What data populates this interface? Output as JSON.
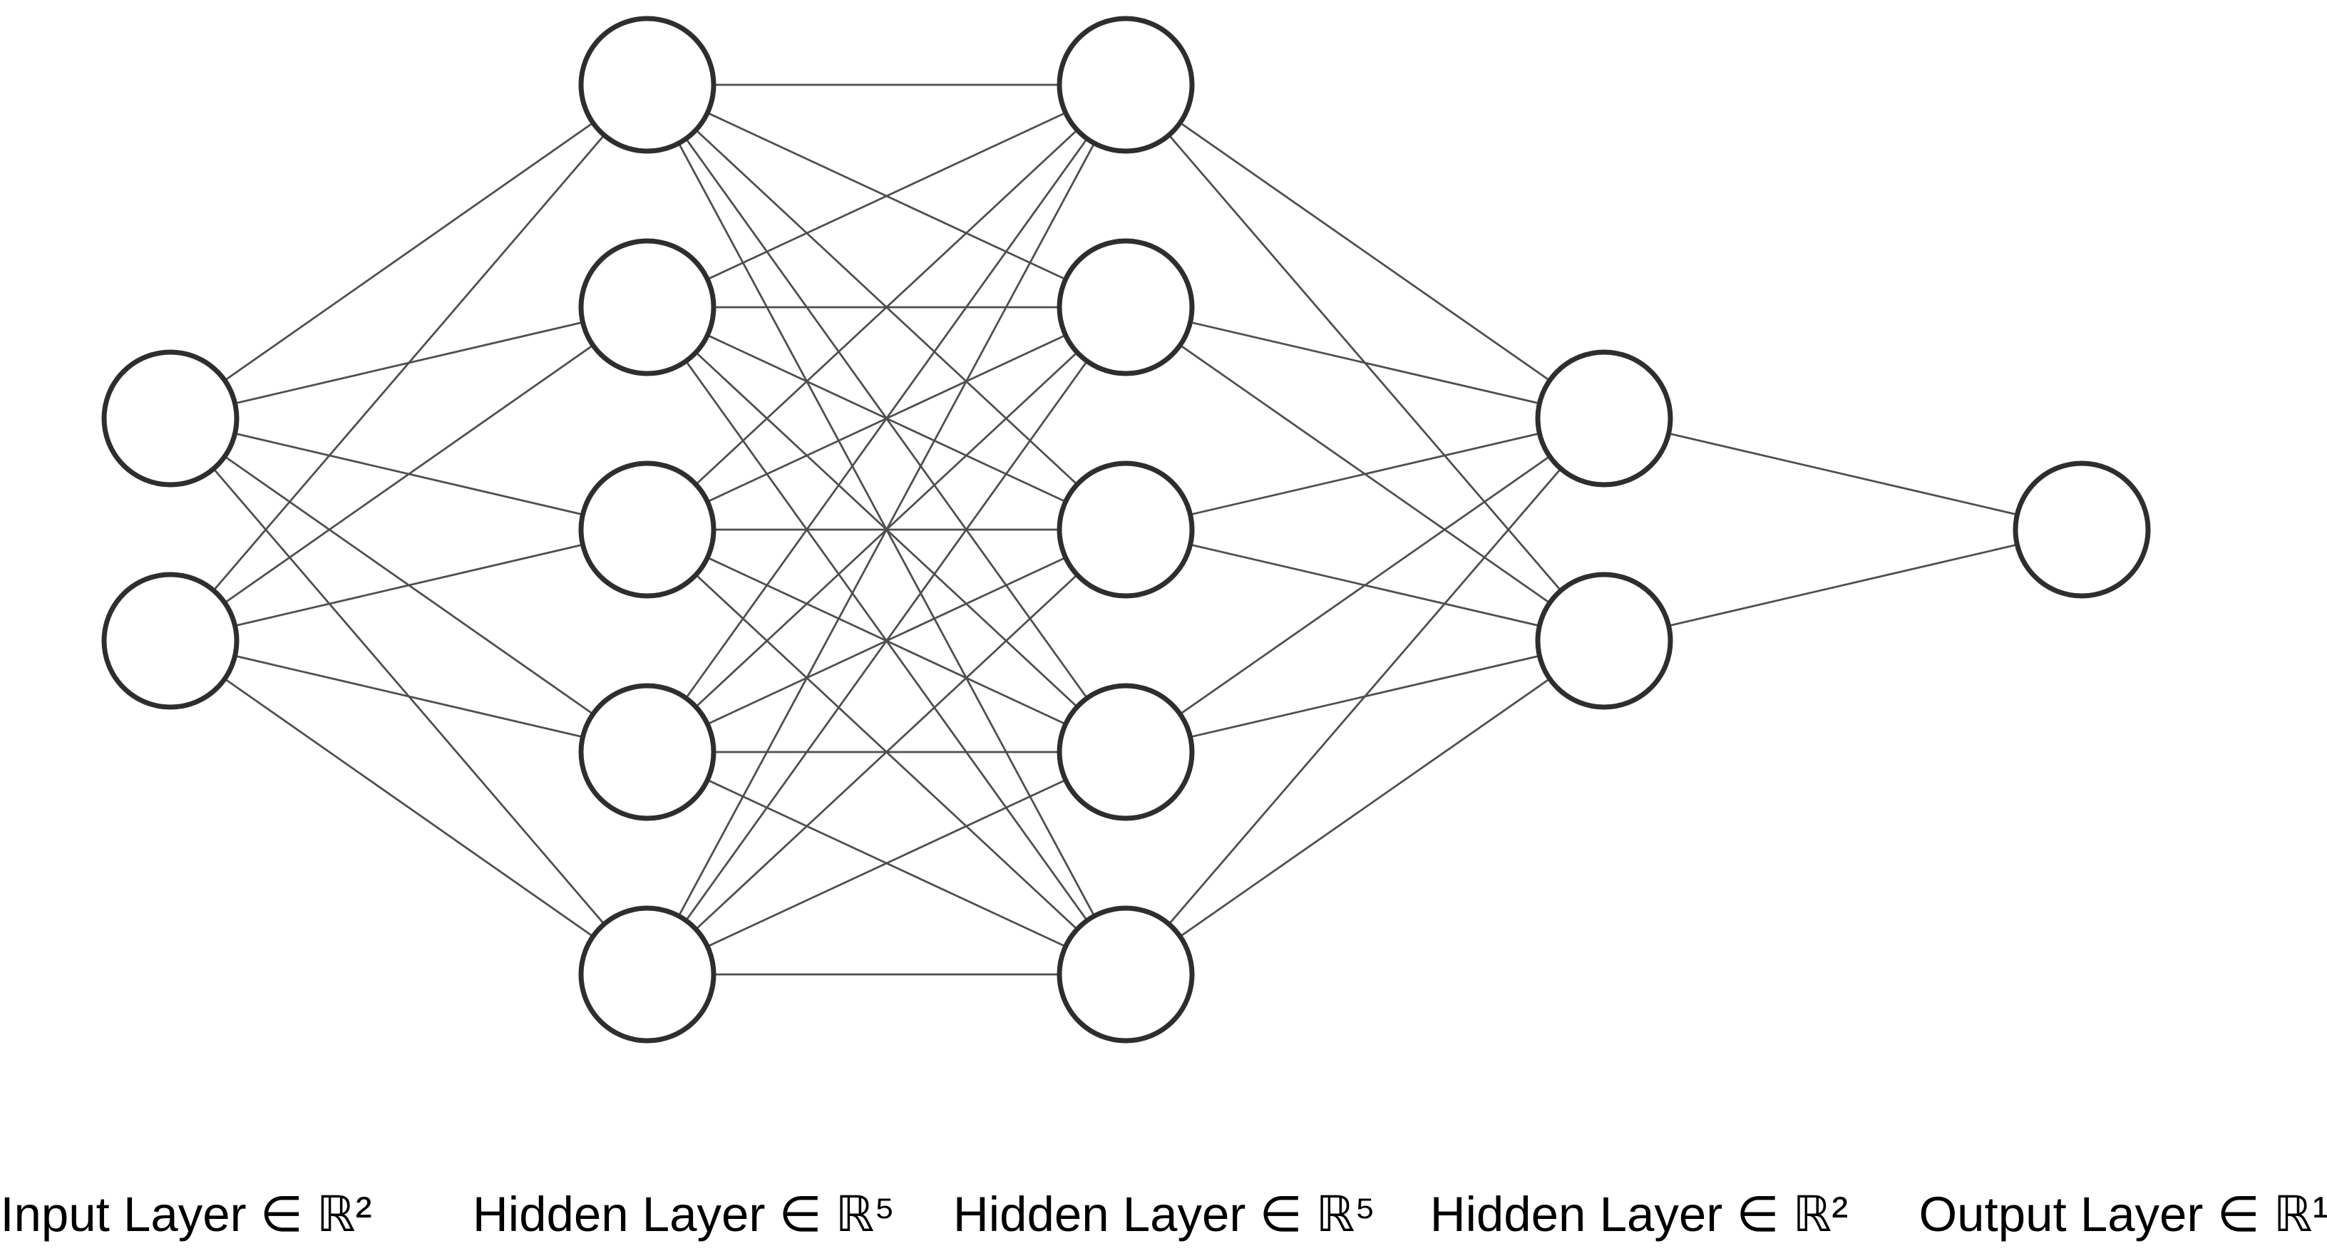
{
  "diagram": {
    "kind": "fully-connected feedforward neural network",
    "connectivity": "each layer fully connected to the next",
    "background_color": "#ffffff",
    "node": {
      "fill": "#ffffff",
      "stroke": "#2e2e2e",
      "stroke_width": 7,
      "radius": 93
    },
    "edge": {
      "stroke": "#4e4e4e",
      "stroke_width": 2.75
    },
    "label_color": "#000000",
    "layers": [
      {
        "id": "input",
        "label": "Input Layer ∈ ℝ²",
        "units": 2
      },
      {
        "id": "hidden1",
        "label": "Hidden Layer ∈ ℝ⁵",
        "units": 5
      },
      {
        "id": "hidden2",
        "label": "Hidden Layer ∈ ℝ⁵",
        "units": 5
      },
      {
        "id": "hidden3",
        "label": "Hidden Layer ∈ ℝ²",
        "units": 2
      },
      {
        "id": "output",
        "label": "Output Layer ∈ ℝ¹",
        "units": 1
      }
    ],
    "edge_counts": {
      "input_to_hidden1": 10,
      "hidden1_to_hidden2": 25,
      "hidden2_to_hidden3": 10,
      "hidden3_to_output": 2
    }
  }
}
